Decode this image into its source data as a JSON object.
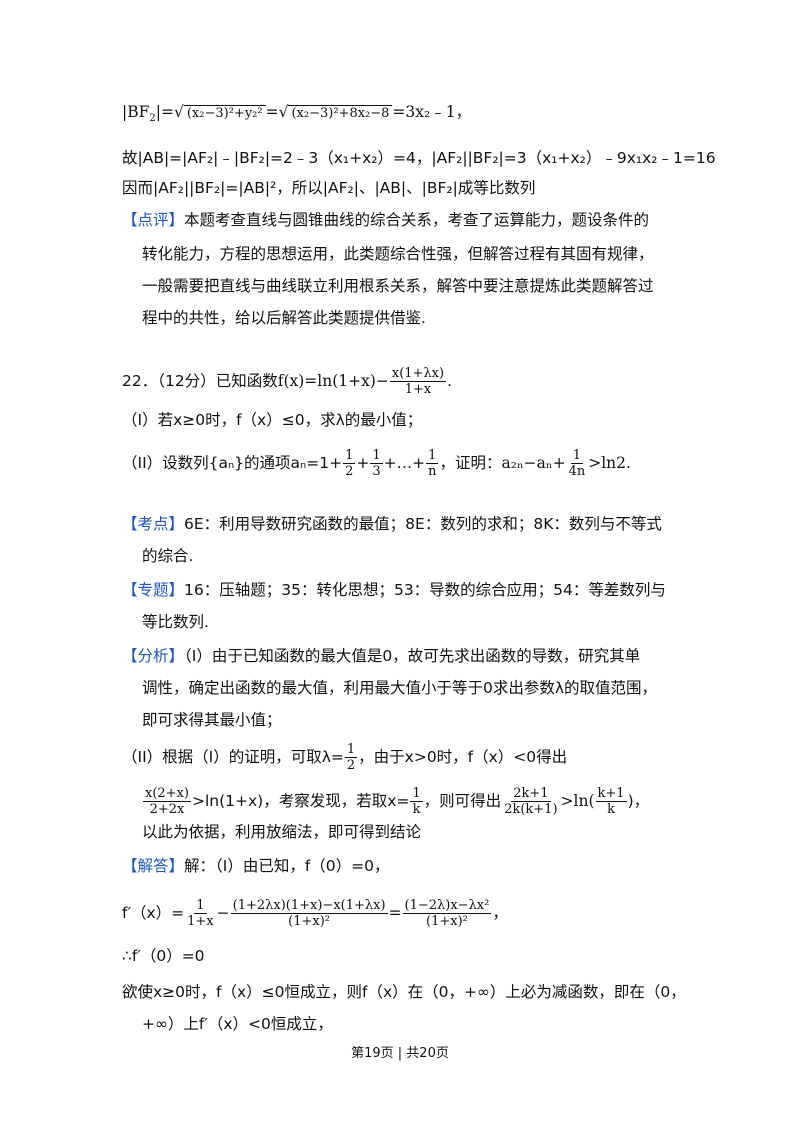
{
  "top": {
    "l1_bf2": "|BF",
    "l1_sqrt1": "(x₂−3)²+y₂²",
    "l1_eq": "=",
    "l1_sqrt2": "(x₂−3)²+8x₂−8",
    "l1_tail": "=3x₂﹣1，",
    "l2": "故|AB|=|AF₂|﹣|BF₂|=2﹣3（x₁+x₂）=4，|AF₂||BF₂|=3（x₁+x₂）﹣9x₁x₂﹣1=16",
    "l3": "因而|AF₂||BF₂|=|AB|²，所以|AF₂|、|AB|、|BF₂|成等比数列"
  },
  "comment": {
    "tag": "【点评】",
    "line1": "本题考查直线与圆锥曲线的综合关系，考查了运算能力，题设条件的",
    "line2": "转化能力，方程的思想运用，此类题综合性强，但解答过程有其固有规律，",
    "line3": "一般需要把直线与曲线联立利用根系关系，解答中要注意提炼此类题解答过",
    "line4": "程中的共性，给以后解答此类题提供借鉴."
  },
  "problem": {
    "head": "22．（12分）已知函数",
    "fx_lead": "f(x)=ln(1+x)−",
    "fx_num": "x(1+λx)",
    "fx_den": "1+x",
    "fx_end": ".",
    "p1": "（I）若x≥0时，f（x）≤0，求λ的最小值；",
    "p2_lead": "（II）设数列{aₙ}的通项aₙ=1+",
    "p2_f1n": "1",
    "p2_f1d": "2",
    "p2_plus1": "+",
    "p2_f2n": "1",
    "p2_f2d": "3",
    "p2_dots": "+…+",
    "p2_f3n": "1",
    "p2_f3d": "n",
    "p2_mid": "，证明：a₂ₙ−aₙ+",
    "p2_f4n": "1",
    "p2_f4d": "4n",
    "p2_end": ">ln2."
  },
  "kaodian": {
    "tag": "【考点】",
    "line1": "6E：利用导数研究函数的最值；8E：数列的求和；8K：数列与不等式",
    "line2": "的综合."
  },
  "zhuanti": {
    "tag": "【专题】",
    "line1": "16：压轴题；35：转化思想；53：导数的综合应用；54：等差数列与",
    "line2": "等比数列."
  },
  "fenxi": {
    "tag": "【分析】",
    "line1": "（I）由于已知函数的最大值是0，故可先求出函数的导数，研究其单",
    "line2": "调性，确定出函数的最大值，利用最大值小于等于0求出参数λ的取值范围，",
    "line3": "即可求得其最小值；",
    "line4_lead": "（II）根据（I）的证明，可取λ=",
    "line4_fn": "1",
    "line4_fd": "2",
    "line4_tail": "，由于x>0时，f（x）<0得出",
    "line5_fn": "x(2+x)",
    "line5_fd": "2+2x",
    "line5_mid": ">ln(1+x)，考察发现，若取x=",
    "line5_f2n": "1",
    "line5_f2d": "k",
    "line5_mid2": "，则可得出",
    "line5_f3n": "2k+1",
    "line5_f3d": "2k(k+1)",
    "line5_mid3": ">ln(",
    "line5_f4n": "k+1",
    "line5_f4d": "k",
    "line5_end": ")，",
    "line6": "以此为依据，利用放缩法，即可得到结论"
  },
  "jieda": {
    "tag": "【解答】",
    "line1": "解：（I）由已知，f（0）=0，",
    "deriv_lead": "f′（x）=",
    "d_f1n": "1",
    "d_f1d": "1+x",
    "d_minus": "−",
    "d_f2n": "(1+2λx)(1+x)−x(1+λx)",
    "d_f2d": "(1+x)²",
    "d_eq": "=",
    "d_f3n": "(1−2λ)x−λx²",
    "d_f3d": "(1+x)²",
    "d_end": "，",
    "line3": "∴f′（0）=0",
    "line4": "欲使x≥0时，f（x）≤0恒成立，则f（x）在（0，+∞）上必为减函数，即在（0，",
    "line5": "+∞）上f′（x）<0恒成立，"
  },
  "footer": "第19页 | 共20页"
}
